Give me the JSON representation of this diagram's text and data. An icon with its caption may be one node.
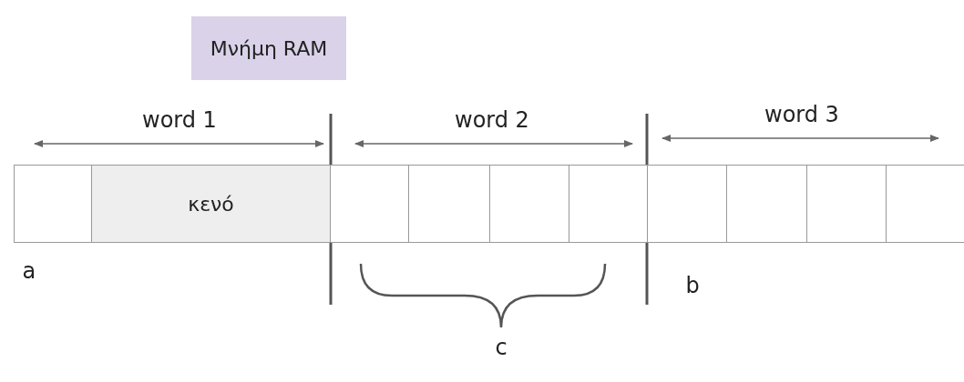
{
  "diagram": {
    "nodes": [
      {
        "text": [
          "Μνήμη RAM"
        ]
      },
      {
        "text": [],
        "shape": "box"
      },
      {
        "text": [
          "κενό"
        ]
      },
      {
        "text": [],
        "shape": "box"
      },
      {
        "text": [],
        "shape": "box"
      },
      {
        "text": [],
        "shape": "box"
      },
      {
        "text": [],
        "shape": "box"
      },
      {
        "text": [],
        "shape": "box"
      },
      {
        "text": [],
        "shape": "box"
      },
      {
        "text": [],
        "shape": "box"
      },
      {
        "text": [],
        "shape": "box"
      }
    ],
    "edges": [],
    "labels": [
      "word 1",
      "word 2",
      "word 3",
      "a",
      "b",
      "c"
    ]
  }
}
